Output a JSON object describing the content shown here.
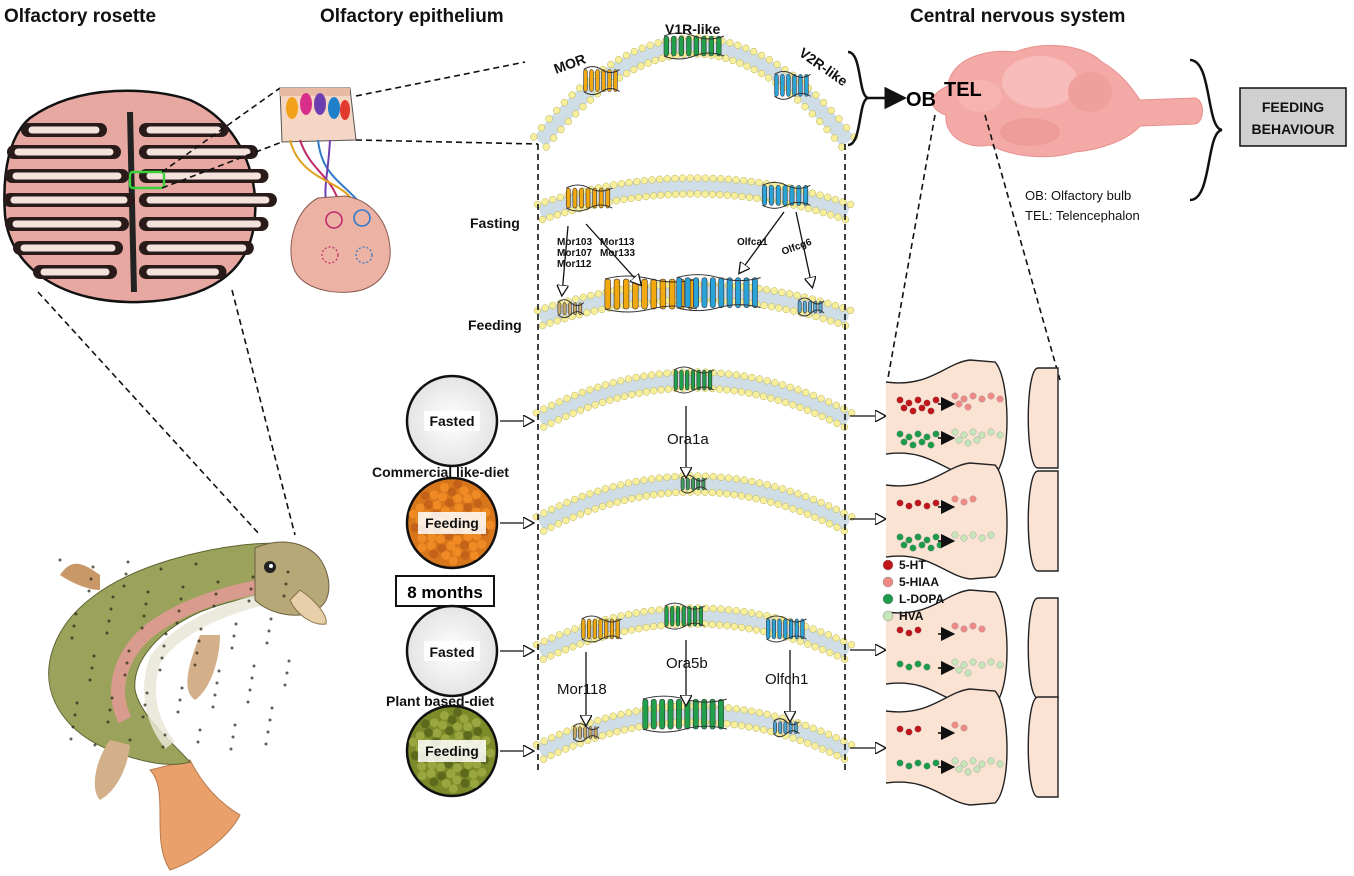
{
  "headers": {
    "rosette": "Olfactory rosette",
    "epithelium": "Olfactory epithelium",
    "cns": "Central nervous system"
  },
  "receptors": {
    "mor": "MOR",
    "v1r": "V1R-like",
    "v2r": "V2R-like"
  },
  "brain": {
    "ob": "OB",
    "tel": "TEL",
    "ob_note": "OB: Olfactory bulb",
    "tel_note": "TEL: Telencephalon",
    "behaviour": [
      "FEEDING",
      "BEHAVIOUR"
    ]
  },
  "fasting_feeding": {
    "fasting": "Fasting",
    "feeding": "Feeding",
    "mor_group1": [
      "Mor103",
      "Mor107",
      "Mor112"
    ],
    "mor_group2": [
      "Mor113",
      "Mor133"
    ],
    "olfca1": "Olfca1",
    "olfcg6": "Olfcg6"
  },
  "diets": {
    "fasted": "Fasted",
    "feeding": "Feeding",
    "commercial": "Commercial like-diet",
    "plant": "Plant based-diet",
    "duration": "8 months"
  },
  "genes": {
    "ora1a": "Ora1a",
    "mor118": "Mor118",
    "ora5b": "Ora5b",
    "olfch1": "Olfch1"
  },
  "legend": [
    {
      "label": "5-HT",
      "color": "#c0151a"
    },
    {
      "label": "5-HIAA",
      "color": "#ef8a87"
    },
    {
      "label": "L-DOPA",
      "color": "#1f9a4b"
    },
    {
      "label": "HVA",
      "color": "#c6e5b8"
    }
  ],
  "colors": {
    "mor": "#f2a80f",
    "v1r": "#21a04b",
    "v2r": "#2aa3d8",
    "brain": "#f3a9a6",
    "synapse": "#fbe3d4",
    "membrane_bead": "#f7ef9b"
  }
}
